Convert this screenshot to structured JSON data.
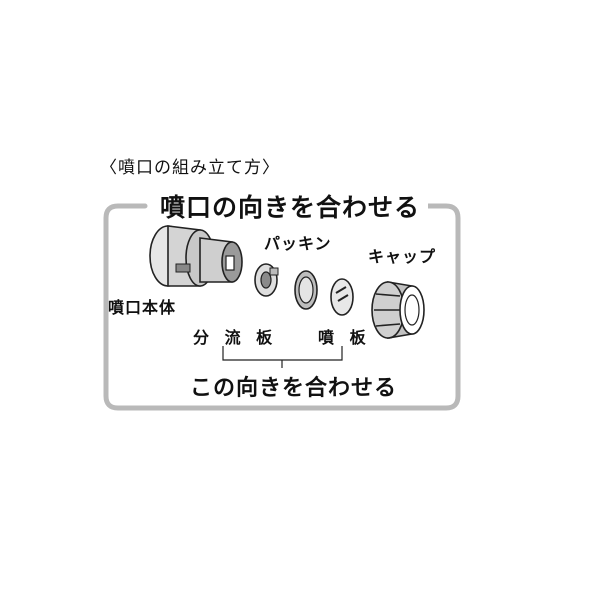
{
  "section_heading": "〈噴口の組み立て方〉",
  "panel": {
    "title": "噴口の向きを合わせる",
    "bottom_caption": "この向きを合わせる"
  },
  "parts": {
    "nozzle_body": "噴口本体",
    "packing": "パッキン",
    "cap": "キャップ",
    "diverter": "分 流 板",
    "nozzle_plate": "噴 板"
  }
}
